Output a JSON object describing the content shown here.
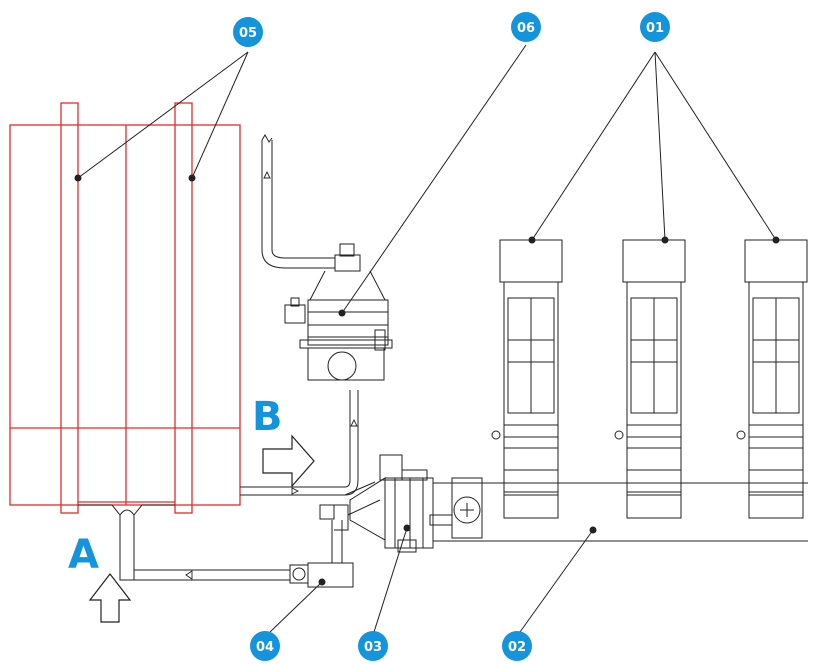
{
  "colors": {
    "badge": "#1494dc",
    "badge_text": "#ffffff",
    "silo": "#e32b2b",
    "line": "#222222",
    "letter": "#1494dc"
  },
  "callouts": [
    {
      "id": "01",
      "label": "01"
    },
    {
      "id": "02",
      "label": "02"
    },
    {
      "id": "03",
      "label": "03"
    },
    {
      "id": "04",
      "label": "04"
    },
    {
      "id": "05",
      "label": "05"
    },
    {
      "id": "06",
      "label": "06"
    }
  ],
  "flow_labels": {
    "a": "A",
    "b": "B"
  },
  "icons": {
    "flow_arrow": "outline-arrow-icon",
    "pipe_arrow": "small-direction-arrow-icon"
  }
}
